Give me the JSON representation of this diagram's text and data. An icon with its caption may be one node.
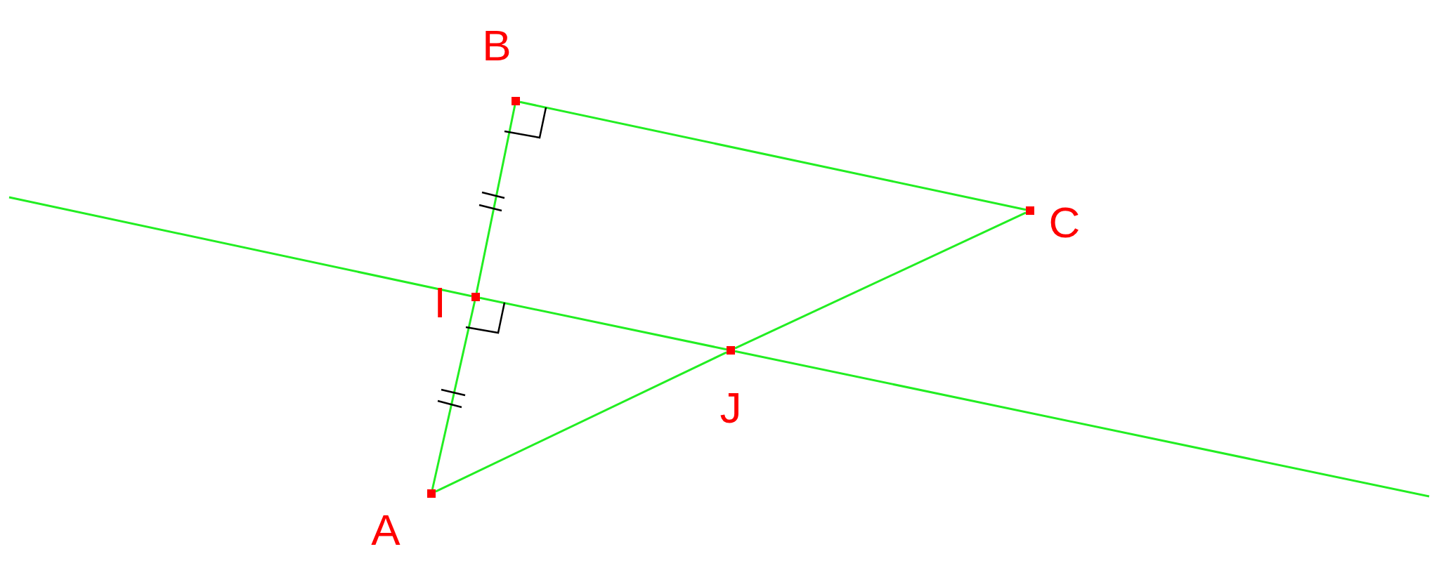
{
  "diagram": {
    "nodes": [
      {
        "text": [],
        "shape": "box",
        "beside": [
          "B"
        ]
      },
      {
        "text": [],
        "shape": "box",
        "beside": [
          "C"
        ]
      },
      {
        "text": [],
        "shape": "box",
        "beside": [
          "I"
        ]
      },
      {
        "text": [],
        "shape": "box",
        "beside": [
          "J"
        ]
      },
      {
        "text": [],
        "shape": "box",
        "beside": [
          "A"
        ]
      }
    ],
    "edges": [
      {
        "from": 0,
        "to": 1,
        "arrow": "none"
      },
      {
        "from": 0,
        "to": 2,
        "arrow": "none"
      },
      {
        "from": 2,
        "to": 4,
        "arrow": "none"
      },
      {
        "from": 4,
        "to": 3,
        "arrow": "none"
      },
      {
        "from": 3,
        "to": 1,
        "arrow": "none"
      },
      {
        "from": null,
        "to": 2,
        "arrow": "none"
      },
      {
        "from": 2,
        "to": 3,
        "arrow": "none"
      },
      {
        "from": 3,
        "to": null,
        "arrow": "none"
      }
    ]
  }
}
